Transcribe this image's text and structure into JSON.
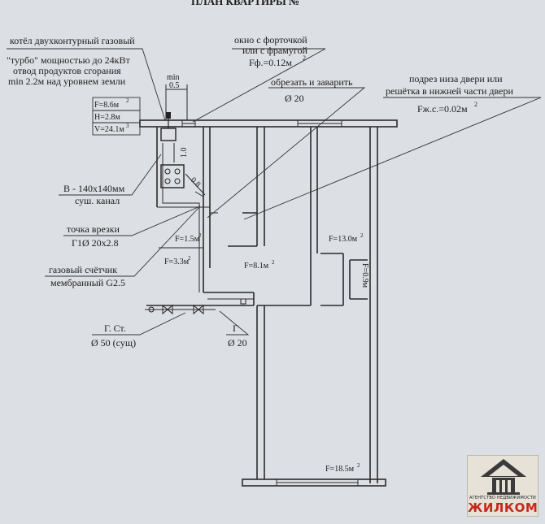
{
  "title_fragment": "ПЛАН КВАРТИРЫ №",
  "labels": {
    "boiler_1": "котёл двухконтурный газовый",
    "boiler_2": "\"турбо\" мощностью до 24кВт",
    "boiler_3": "отвод продуктов сгорания",
    "boiler_4": "min 2.2м над уровнем земли",
    "window_1": "окно с форточкой",
    "window_2": "или с фрамугой",
    "window_3": "Fф.=0.12м",
    "cut_weld": "обрезать и заварить",
    "d20_top": "Ø 20",
    "door_1": "подрез низа двери или",
    "door_2": "решётка в нижней части двери",
    "door_3": "Fж.с.=0.02м",
    "min_label": "min",
    "min_value": "0.5",
    "kitchen_f": "F=8.6м",
    "kitchen_h": "H=2.8м",
    "kitchen_v": "V=24.1м",
    "dim_1_0": "1.0",
    "dim_0_8": "0.8",
    "channel_1": "В - 140x140мм",
    "channel_2": "суш. канал",
    "tap_point": "точка врезки",
    "tap_spec": "Г1Ø 20x2.8",
    "meter_1": "газовый счётчик",
    "meter_2": "мембранный G2.5",
    "riser_1": "Г. Ст.",
    "riser_2": "Ø 50 (сущ)",
    "gas_1": "Г",
    "gas_2": "Ø 20",
    "sup2": "2",
    "sup3": "3"
  },
  "areas": {
    "f_1_5": "F=1.5м",
    "f_3_3": "F=3.3м",
    "f_8_1": "F=8.1м",
    "f_13_0": "F=13.0м",
    "f_0_9": "F=0.9м",
    "f_18_5": "F=18.5м"
  },
  "logo": {
    "subtitle": "АГЕНТСТВО НЕДВИЖИМОСТИ",
    "name": "ЖИЛКОМ"
  }
}
